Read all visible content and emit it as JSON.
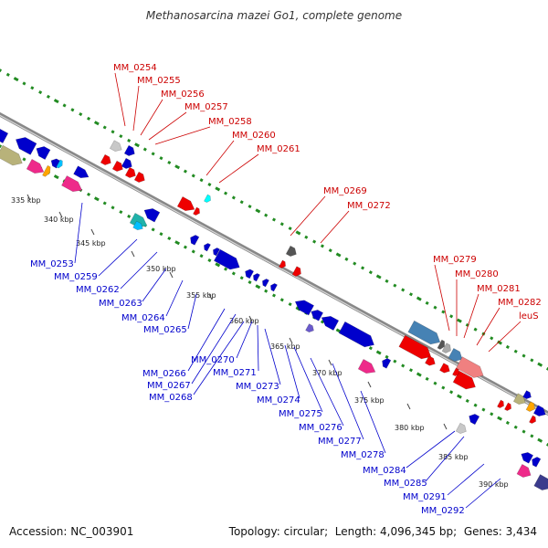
{
  "title": "Methanosarcina mazei Go1, complete genome",
  "footer": {
    "accession_label": "Accession:",
    "accession": "NC_003901",
    "topology_label": "Topology:",
    "topology": "circular",
    "length_label": "Length:",
    "length": "4,096,345 bp",
    "genes_label": "Genes:",
    "genes": "3,434"
  },
  "colors": {
    "forward_label": "#cc0000",
    "reverse_label": "#0000cc",
    "backbone": "#999999",
    "gc_ticks": "#228b22"
  },
  "scale_ticks": [
    "335 kbp",
    "340 kbp",
    "345 kbp",
    "350 kbp",
    "355 kbp",
    "360 kbp",
    "365 kbp",
    "370 kbp",
    "375 kbp",
    "380 kbp",
    "385 kbp",
    "390 kbp"
  ],
  "forward_gene_labels": [
    "MM_0254",
    "MM_0255",
    "MM_0256",
    "MM_0257",
    "MM_0258",
    "MM_0260",
    "MM_0261",
    "MM_0269",
    "MM_0272",
    "MM_0279",
    "MM_0280",
    "MM_0281",
    "MM_0282",
    "leuS"
  ],
  "reverse_gene_labels": [
    "MM_0253",
    "MM_0259",
    "MM_0262",
    "MM_0263",
    "MM_0264",
    "MM_0265",
    "MM_0266",
    "MM_0267",
    "MM_0268",
    "MM_0270",
    "MM_0271",
    "MM_0273",
    "MM_0274",
    "MM_0275",
    "MM_0276",
    "MM_0277",
    "MM_0278",
    "MM_0284",
    "MM_0285",
    "MM_0291",
    "MM_0292"
  ]
}
